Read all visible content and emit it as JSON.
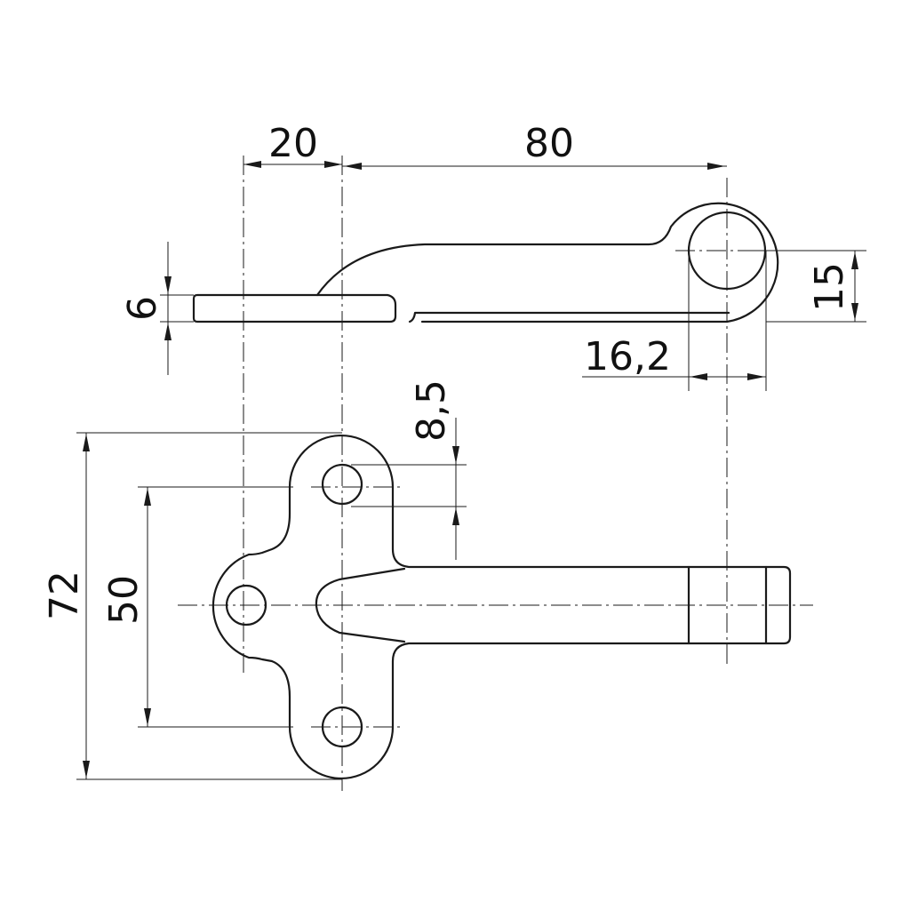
{
  "dimensions": {
    "d20": "20",
    "d80": "80",
    "d6": "6",
    "d15": "15",
    "d16_2": "16,2",
    "d8_5": "8,5",
    "d72": "72",
    "d50": "50"
  },
  "colors": {
    "line": "#1a1a1a",
    "background": "#ffffff"
  }
}
